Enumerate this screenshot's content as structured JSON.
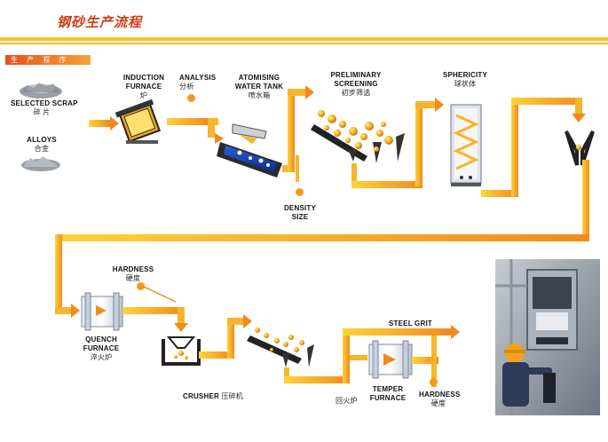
{
  "title": "钢砂生产流程",
  "tag": "生 产 程 序",
  "steps": {
    "selected_scrap": {
      "en": "SELECTED SCRAP",
      "cn": "碎 片"
    },
    "alloys": {
      "en": "ALLOYS",
      "cn": "合金"
    },
    "induction_furnace": {
      "en1": "INDUCTION",
      "en2": "FURNACE",
      "cn": "炉"
    },
    "analysis": {
      "en": "ANALYSIS",
      "cn": "分析"
    },
    "atomising": {
      "en1": "ATOMISING",
      "en2": "WATER TANK",
      "cn": "喷水箱"
    },
    "density_size": {
      "en1": "DENSITY",
      "en2": "SIZE"
    },
    "preliminary": {
      "en1": "PRELIMINARY",
      "en2": "SCREENING",
      "cn": "初步筛选"
    },
    "sphericity": {
      "en": "SPHERICITY",
      "cn": "球状体"
    },
    "hardness_top": {
      "en": "HARDNESS",
      "cn": "硬度"
    },
    "quench": {
      "en1": "QUENCH",
      "en2": "FURNACE",
      "cn": "淬火炉"
    },
    "crusher": {
      "en": "CRUSHER",
      "cn": "压碎机"
    },
    "tempering_cn": "回火炉",
    "temper": {
      "en1": "TEMPER",
      "en2": "FURNACE"
    },
    "steel_grit": {
      "en": "STEEL GRIT"
    },
    "hardness_bottom": {
      "en": "HARDNESS",
      "cn": "硬度"
    }
  },
  "colors": {
    "pipe_outer": "#f08a1e",
    "pipe_inner": "#ffd23a",
    "accent": "#d23a16",
    "dot": "#f39a1d"
  }
}
